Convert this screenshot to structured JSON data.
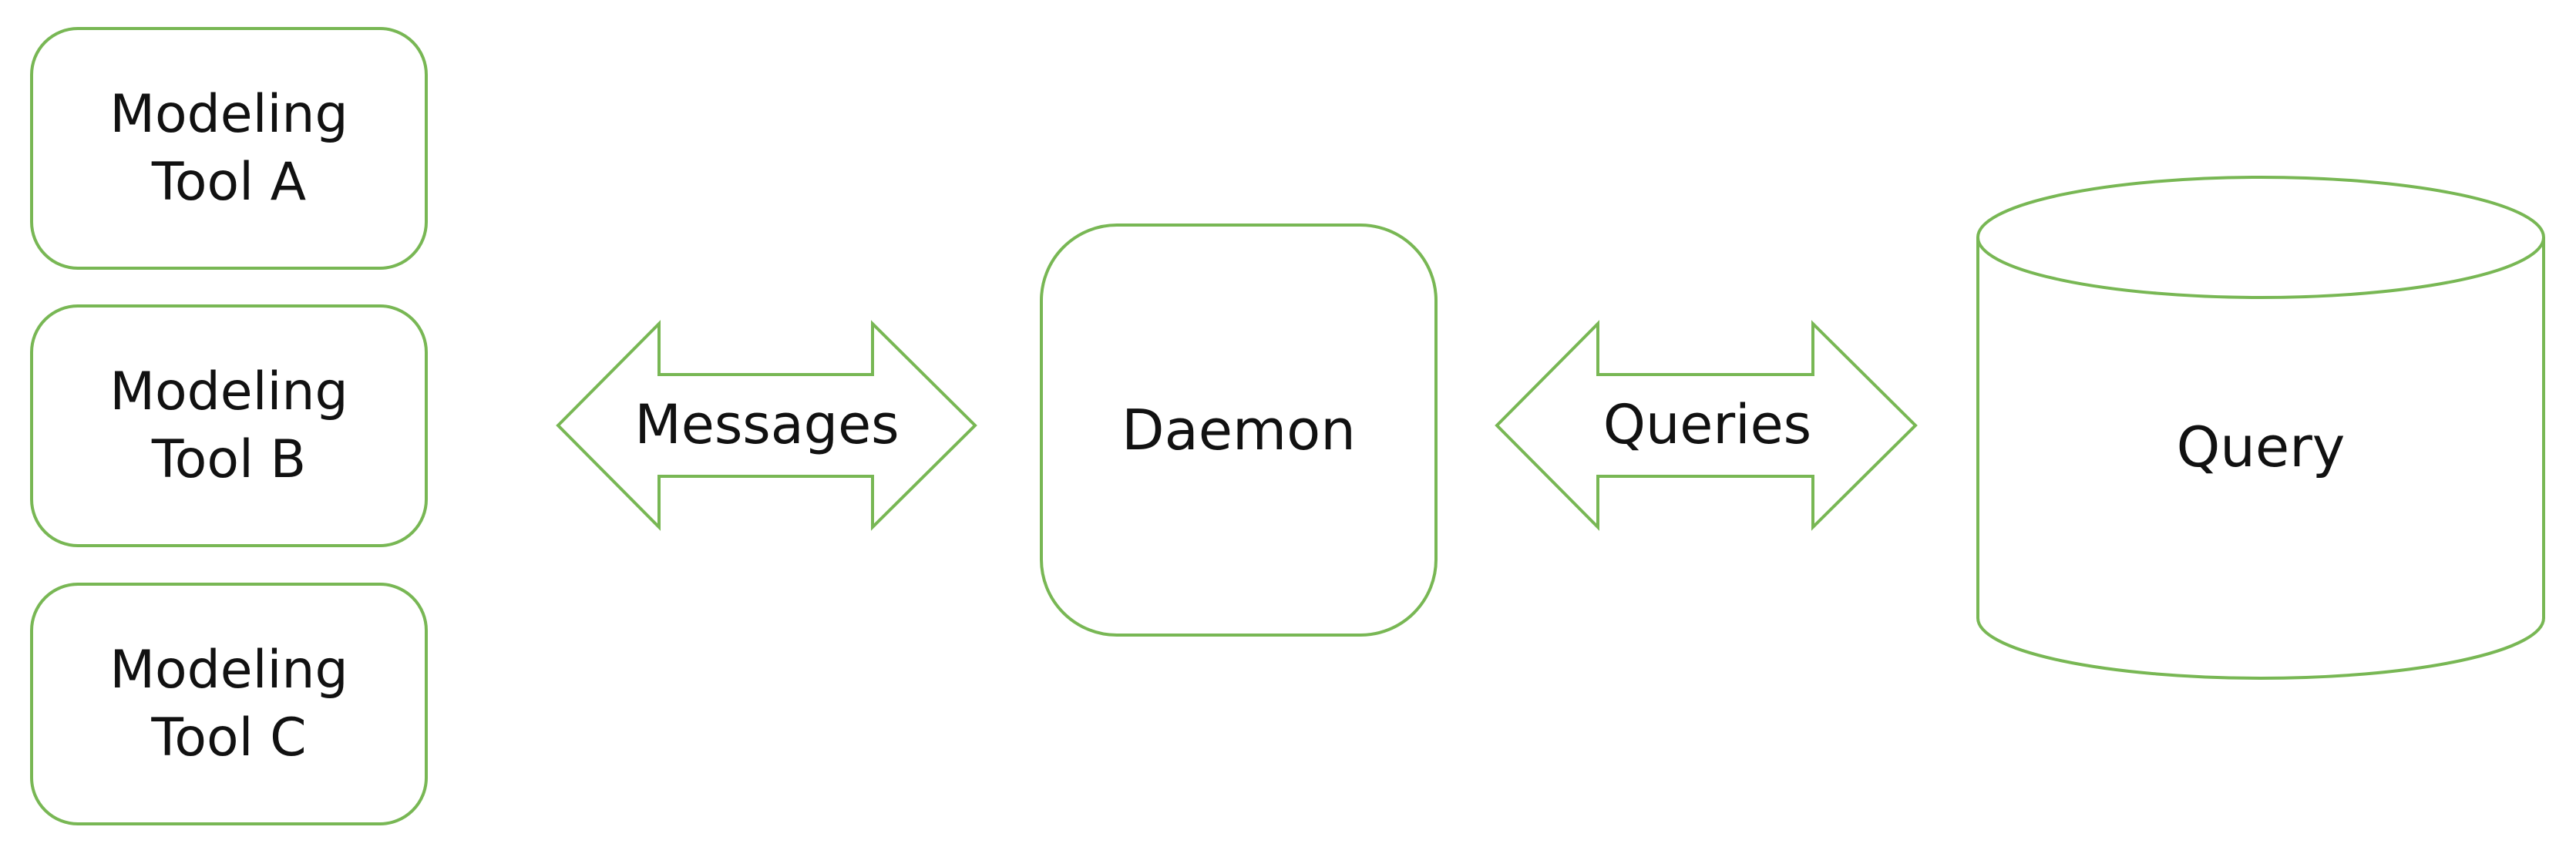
{
  "diagram": {
    "tools": [
      {
        "label": "Modeling\nTool A"
      },
      {
        "label": "Modeling\nTool B"
      },
      {
        "label": "Modeling\nTool C"
      }
    ],
    "connectors": {
      "messages": "Messages",
      "queries": "Queries"
    },
    "daemon": {
      "label": "Daemon"
    },
    "database": {
      "label": "Query"
    },
    "colors": {
      "stroke": "#78b754",
      "text": "#111111",
      "background": "#ffffff"
    }
  }
}
